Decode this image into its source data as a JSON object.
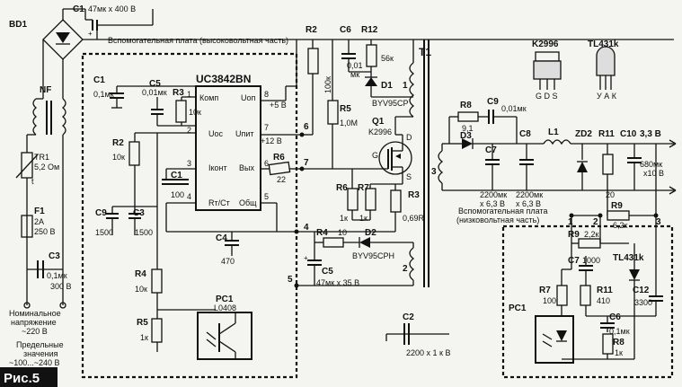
{
  "figure_label": "Рис.5",
  "input": {
    "bridge": "BD1",
    "filter": "NF",
    "thermistor": "TR1",
    "thermistor_value": "5,2 Ом",
    "fuse": "F1",
    "fuse_current": "2A",
    "fuse_voltage": "250 В",
    "cap": "C3",
    "cap_value": "0,1мк",
    "cap_voltage": "300 В",
    "nominal_line1": "Номинальное",
    "nominal_line2": "напряжение",
    "nominal_line3": "~220 В",
    "limits_line1": "Предельные",
    "limits_line2": "значения",
    "limits_line3": "~100...~240 В"
  },
  "bulk_cap": {
    "name": "C1",
    "value": "47мк x 400 В"
  },
  "aux_hv": {
    "title": "Вспомогательная плата (высоковольтная часть)"
  },
  "ic": {
    "name": "UC3842BN",
    "pins": {
      "komp": "Комп",
      "uos": "Uос",
      "ikont": "Iконт",
      "rtct": "Rт/Ст",
      "uon": "Uоп",
      "upit": "Uпит",
      "vyh": "Вых",
      "obsh": "Общ"
    },
    "pin_numbers": [
      "1",
      "2",
      "3",
      "4",
      "5",
      "6",
      "7",
      "8"
    ],
    "vref": "+5 В",
    "vcc": "+12 В"
  },
  "parts_hv": {
    "c1": "C1",
    "c1v": "0,1мк",
    "c5a": "C5",
    "c5av": "0,01мк",
    "r3": "R3",
    "r3v": "10к",
    "r2a": "R2",
    "r2av": "10к",
    "c1b": "C1",
    "c1bv": "100",
    "c9": "C9",
    "c9v": "1500",
    "c3": "C3",
    "c3v": "1500",
    "c4": "C4",
    "c4v": "470",
    "r4": "R4",
    "r4v": "10к",
    "r5": "R5",
    "r5v": "1к",
    "pc1": "PC1",
    "pc1v": "L0408",
    "r6": "R6",
    "r6v": "22"
  },
  "parts_primary": {
    "r2": "R2",
    "r2v": "100к",
    "c6": "C6",
    "c6v": "0,01",
    "c6v2": "мк",
    "r12": "R12",
    "r12v": "56к",
    "d1": "D1",
    "d1v": "BYV95CP",
    "r5": "R5",
    "r5v": "1,0М",
    "q1": "Q1",
    "q1v": "K2996",
    "r6": "R6",
    "r6v": "1к",
    "r7": "R7",
    "r7v": "1к",
    "r3": "R3",
    "r3v": "0,69R",
    "r4": "R4",
    "r4v": "10",
    "d2": "D2",
    "d2v": "BYV95CPH",
    "c5": "C5",
    "c5v": "47мк x 35 В",
    "c2": "C2",
    "c2v": "2200 x 1 к В",
    "t1": "T1",
    "w1": "1",
    "w2": "2",
    "w3": "3",
    "g": "G",
    "d": "D",
    "s": "S",
    "nodes": [
      "4",
      "5",
      "6",
      "7"
    ]
  },
  "secondary": {
    "r8": "R8",
    "r8v": "9,1",
    "c9": "C9",
    "c9v": "0,01мк",
    "d3": "D3",
    "c7": "C7",
    "c7v": "2200мк",
    "c7v2": "x 6,3 В",
    "c8": "C8",
    "c8v": "2200мк",
    "c8v2": "x 6,3 В",
    "l1": "L1",
    "zd2": "ZD2",
    "r11": "R11",
    "c10": "C10",
    "c10v": "680мк",
    "c10v2": "x10 В",
    "out": "3,3 В",
    "r_20": "20",
    "r9": "R9",
    "r9v": "6,2к"
  },
  "aux_lv": {
    "title1": "Вспомогательная плата",
    "title2": "(низковольтная часть)",
    "r9": "R9",
    "r9v": "2,2к",
    "c7": "C7",
    "c7v": "1000",
    "tl": "TL431k",
    "r7": "R7",
    "r7v": "100",
    "r11": "R11",
    "r11v": "410",
    "c12": "C12",
    "c12v": "3300",
    "c6": "C6",
    "c6v": "0,1мк",
    "r8": "R8",
    "r8v": "1к",
    "pc1": "PC1",
    "nodes": [
      "1",
      "2",
      "3"
    ]
  },
  "pinouts": {
    "k2996": "K2996",
    "k2996_pins": "G D S",
    "tl431": "TL431k",
    "tl431_pins": "У А К"
  }
}
